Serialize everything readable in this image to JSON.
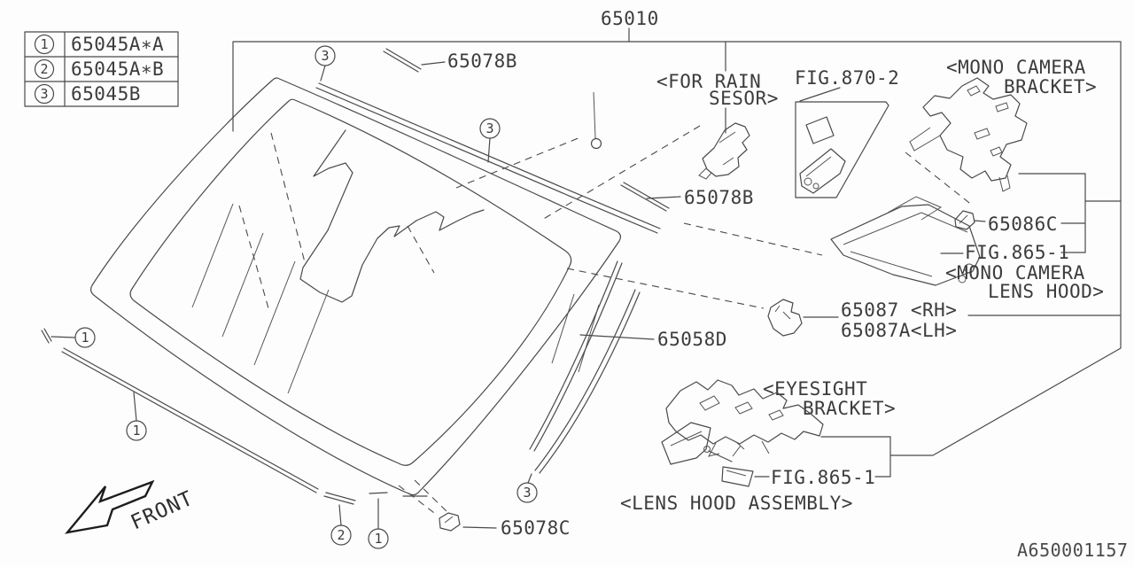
{
  "diagram": {
    "doc_id": "A650001157",
    "front_label": "FRONT",
    "legend": {
      "rows": [
        {
          "num": "1",
          "part": "65045A∗A"
        },
        {
          "num": "2",
          "part": "65045A∗B"
        },
        {
          "num": "3",
          "part": "65045B"
        }
      ]
    },
    "labels": {
      "main_assembly": "65010",
      "molding_top": "65078B",
      "molding_mid": "65078B",
      "clip_bottom": "65078C",
      "dam_rubber": "65058D",
      "bracket_clip": "65086C",
      "cover_rh": "65087 <RH>",
      "cover_lh": "65087A<LH>",
      "fig_870_2": "FIG.870-2",
      "fig_865_1_upper": "FIG.865-1",
      "fig_865_1_lower": "FIG.865-1"
    },
    "notes": {
      "rain_sensor_1": "<FOR RAIN",
      "rain_sensor_2": "SESOR>",
      "mono_camera_bracket_1": "<MONO CAMERA",
      "mono_camera_bracket_2": "BRACKET>",
      "mono_camera_lens_hood_1": "<MONO CAMERA",
      "mono_camera_lens_hood_2": "LENS HOOD>",
      "eyesight_1": "<EYESIGHT",
      "eyesight_2": "BRACKET>",
      "lens_hood_assembly": "<LENS HOOD ASSEMBLY>"
    },
    "callouts": {
      "one": "1",
      "two": "2",
      "three": "3"
    }
  }
}
